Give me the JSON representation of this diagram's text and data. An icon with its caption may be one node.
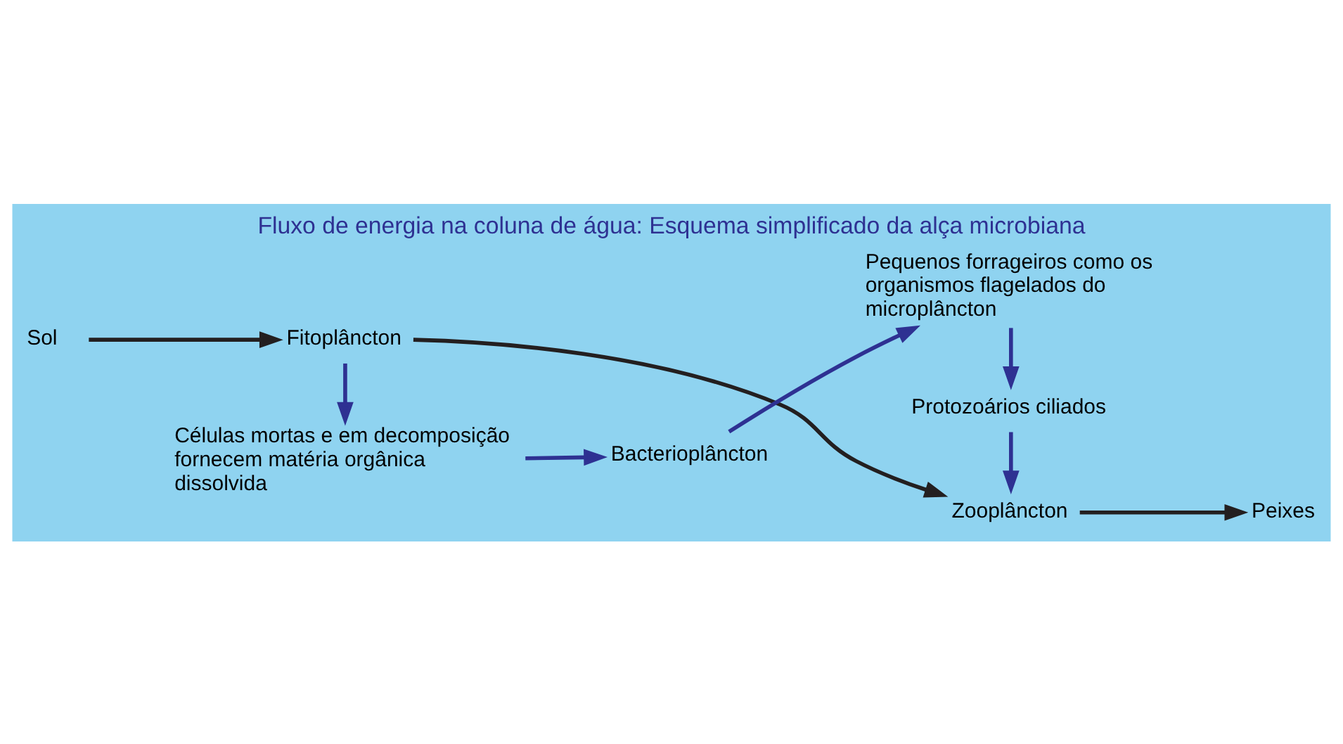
{
  "diagram": {
    "title": "Fluxo de energia na coluna de água: Esquema simplificado da alça microbiana",
    "nodes": [
      {
        "text": [
          "Sol"
        ]
      },
      {
        "text": [
          "Fitoplâncton"
        ]
      },
      {
        "text": [
          "Zooplâncton"
        ]
      },
      {
        "text": [
          "Peixes"
        ]
      },
      {
        "text": [
          "Células mortas e em decomposição fornecem matéria orgânica dissolvida"
        ]
      },
      {
        "text": [
          "Bacterioplâncton"
        ]
      },
      {
        "text": [
          "Pequenos forrageiros como os organismos flagelados do microplâncton"
        ]
      },
      {
        "text": [
          "Protozoários ciliados"
        ]
      }
    ],
    "edges": [
      {
        "from": 0,
        "to": 1,
        "arrow": "to",
        "color": "#231f20"
      },
      {
        "from": 1,
        "to": 2,
        "arrow": "to",
        "color": "#231f20"
      },
      {
        "from": 2,
        "to": 3,
        "arrow": "to",
        "color": "#231f20"
      },
      {
        "from": 1,
        "to": 4,
        "arrow": "to"
      },
      {
        "from": 4,
        "to": 5,
        "arrow": "to"
      },
      {
        "from": 5,
        "to": 6,
        "arrow": "to"
      },
      {
        "from": 6,
        "to": 7,
        "arrow": "to"
      },
      {
        "from": 7,
        "to": 2,
        "arrow": "to"
      }
    ]
  }
}
